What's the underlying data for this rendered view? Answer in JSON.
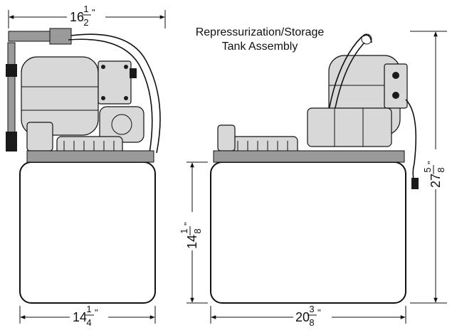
{
  "title": {
    "line1": "Repressurization/Storage",
    "line2": "Tank Assembly"
  },
  "dimensions": {
    "top_width": {
      "whole": "16",
      "num": "1",
      "den": "2",
      "unit": "\""
    },
    "front_width": {
      "whole": "14",
      "num": "1",
      "den": "4",
      "unit": "\""
    },
    "side_width": {
      "whole": "20",
      "num": "3",
      "den": "8",
      "unit": "\""
    },
    "tank_height": {
      "whole": "14",
      "num": "1",
      "den": "8",
      "unit": "\""
    },
    "total_height": {
      "whole": "27",
      "num": "5",
      "den": "8",
      "unit": "\""
    }
  },
  "colors": {
    "line": "#111111",
    "background": "#ffffff"
  }
}
